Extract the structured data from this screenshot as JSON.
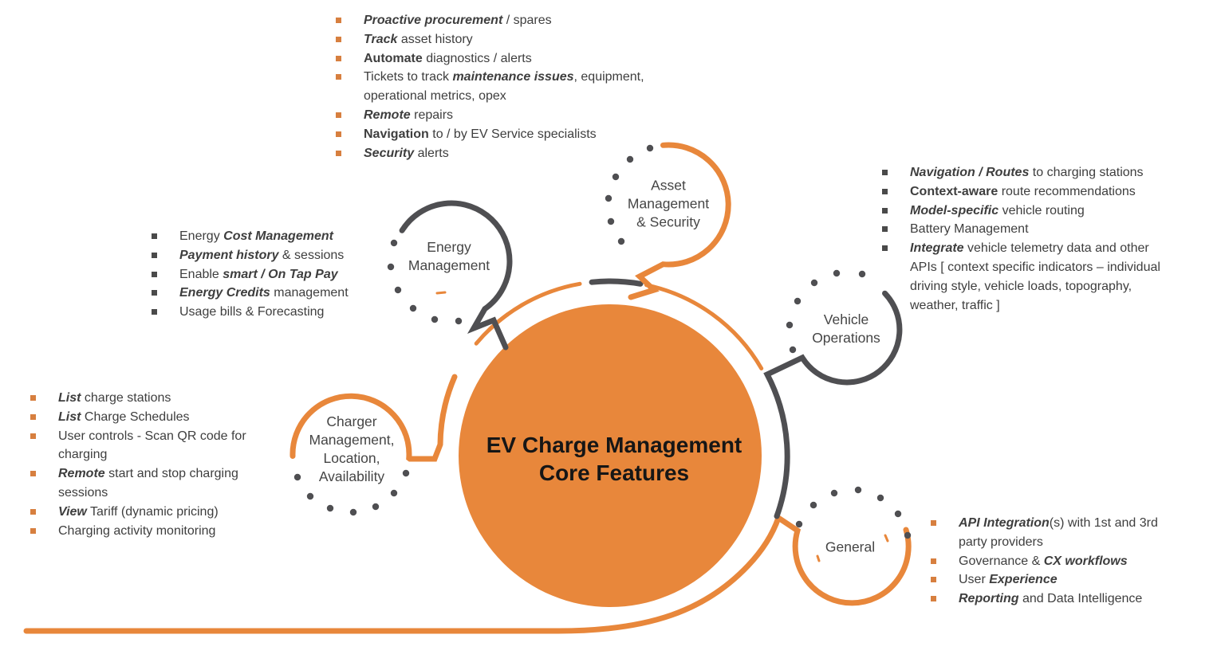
{
  "diagram_title": {
    "line1": "EV Charge Management",
    "line2": "Core Features"
  },
  "colors": {
    "orange": "#E8873B",
    "orange_bullet": "#D77F3F",
    "dark_gray": "#4F4F52",
    "text": "#3E3E3E"
  },
  "satellites": [
    {
      "id": "energy",
      "label_lines": [
        "Energy",
        "Management"
      ],
      "arc_color": "dark"
    },
    {
      "id": "asset",
      "label_lines": [
        "Asset",
        "Management",
        "& Security"
      ],
      "arc_color": "orange"
    },
    {
      "id": "vehicle",
      "label_lines": [
        "Vehicle",
        "Operations"
      ],
      "arc_color": "dark"
    },
    {
      "id": "charger",
      "label_lines": [
        "Charger",
        "Management,",
        "Location,",
        "Availability"
      ],
      "arc_color": "orange"
    },
    {
      "id": "general",
      "label_lines": [
        "General"
      ],
      "arc_color": "orange"
    }
  ],
  "lists": {
    "asset": {
      "bullet": "orange",
      "items": [
        [
          {
            "t": "Proactive procurement",
            "st": "bi"
          },
          {
            "t": " / spares",
            "st": ""
          }
        ],
        [
          {
            "t": "Track",
            "st": "bi"
          },
          {
            "t": " asset history",
            "st": ""
          }
        ],
        [
          {
            "t": "Automate",
            "st": "b"
          },
          {
            "t": " diagnostics / alerts",
            "st": ""
          }
        ],
        [
          {
            "t": "Tickets to track ",
            "st": ""
          },
          {
            "t": "maintenance issues",
            "st": "bi"
          },
          {
            "t": ", equipment, operational metrics, opex",
            "st": ""
          }
        ],
        [
          {
            "t": "Remote",
            "st": "bi"
          },
          {
            "t": " repairs",
            "st": ""
          }
        ],
        [
          {
            "t": "Navigation",
            "st": "b"
          },
          {
            "t": " to / by EV Service specialists",
            "st": ""
          }
        ],
        [
          {
            "t": "Security",
            "st": "bi"
          },
          {
            "t": " alerts",
            "st": ""
          }
        ]
      ]
    },
    "energy": {
      "bullet": "dark",
      "items": [
        [
          {
            "t": "Energy ",
            "st": ""
          },
          {
            "t": "Cost Management",
            "st": "bi"
          }
        ],
        [
          {
            "t": "Payment history",
            "st": "bi"
          },
          {
            "t": " & sessions",
            "st": ""
          }
        ],
        [
          {
            "t": "Enable ",
            "st": ""
          },
          {
            "t": "smart / On Tap Pay",
            "st": "bi"
          }
        ],
        [
          {
            "t": "Energy Credits",
            "st": "bi"
          },
          {
            "t": " management",
            "st": ""
          }
        ],
        [
          {
            "t": "Usage bills & Forecasting",
            "st": ""
          }
        ]
      ]
    },
    "charger": {
      "bullet": "orange",
      "items": [
        [
          {
            "t": "List",
            "st": "bi"
          },
          {
            "t": " charge stations",
            "st": ""
          }
        ],
        [
          {
            "t": "List",
            "st": "bi"
          },
          {
            "t": " Charge Schedules",
            "st": ""
          }
        ],
        [
          {
            "t": "User controls - Scan QR code for charging",
            "st": ""
          }
        ],
        [
          {
            "t": "Remote",
            "st": "bi"
          },
          {
            "t": " start and stop charging sessions",
            "st": ""
          }
        ],
        [
          {
            "t": "View",
            "st": "bi"
          },
          {
            "t": " Tariff (dynamic pricing)",
            "st": ""
          }
        ],
        [
          {
            "t": "Charging activity monitoring",
            "st": ""
          }
        ]
      ]
    },
    "vehicle": {
      "bullet": "dark",
      "items": [
        [
          {
            "t": "Navigation / Routes",
            "st": "bi"
          },
          {
            "t": " to charging stations",
            "st": ""
          }
        ],
        [
          {
            "t": "Context-aware",
            "st": "b"
          },
          {
            "t": " route recommendations",
            "st": ""
          }
        ],
        [
          {
            "t": "Model-specific",
            "st": "bi"
          },
          {
            "t": " vehicle routing",
            "st": ""
          }
        ],
        [
          {
            "t": "Battery Management",
            "st": ""
          }
        ],
        [
          {
            "t": "Integrate",
            "st": "bi"
          },
          {
            "t": " vehicle telemetry data and other APIs [ context specific indicators – individual driving style, vehicle loads, topography, weather, traffic ]",
            "st": ""
          }
        ]
      ]
    },
    "general": {
      "bullet": "orange",
      "items": [
        [
          {
            "t": "API Integration",
            "st": "bi"
          },
          {
            "t": "(s) with 1st and 3rd party providers",
            "st": ""
          }
        ],
        [
          {
            "t": "Governance & ",
            "st": ""
          },
          {
            "t": "CX workflows",
            "st": "bi"
          }
        ],
        [
          {
            "t": "User ",
            "st": ""
          },
          {
            "t": "Experience",
            "st": "bi"
          }
        ],
        [
          {
            "t": "Reporting",
            "st": "bi"
          },
          {
            "t": " and Data Intelligence",
            "st": ""
          }
        ]
      ]
    }
  }
}
